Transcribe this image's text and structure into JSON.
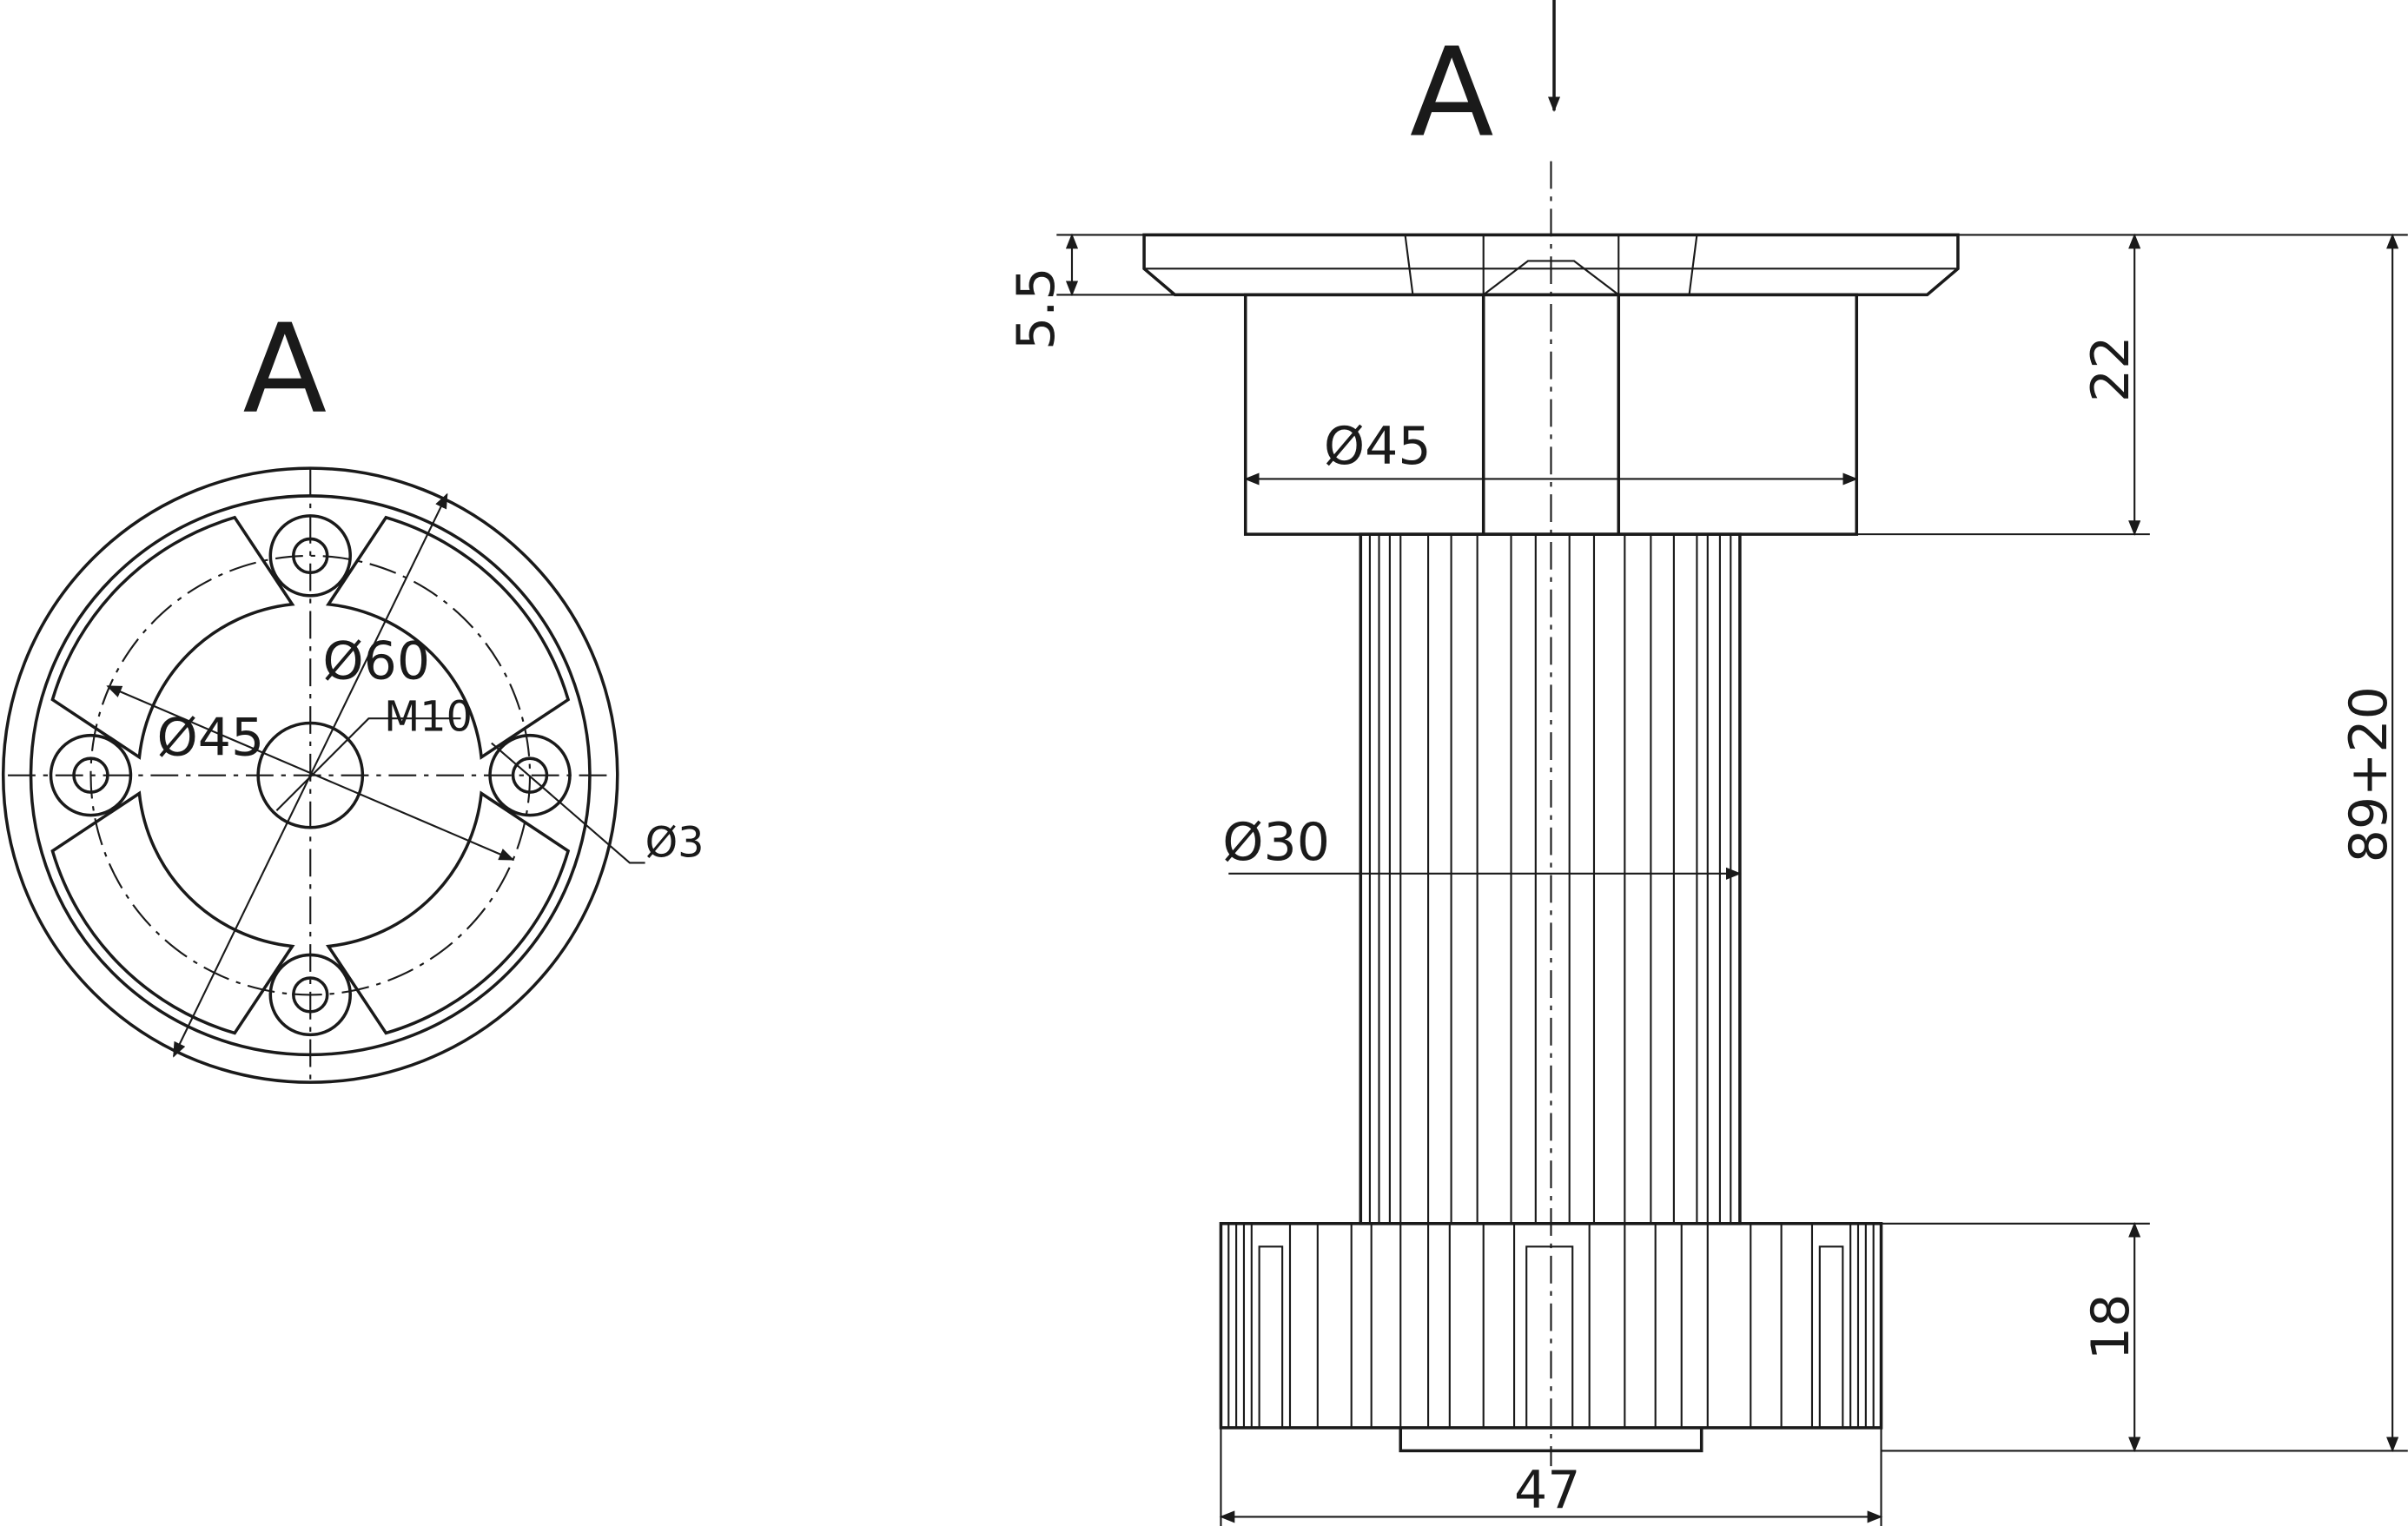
{
  "views": {
    "view_a": {
      "label": "A",
      "dims": {
        "pcd": "Ø60",
        "body": "Ø45",
        "thread": "M10",
        "hole": "Ø3"
      }
    },
    "side_view": {
      "arrow_label": "A",
      "dims": {
        "flange_thickness": "5.5",
        "top_height": "22",
        "top_diameter": "Ø45",
        "column_diameter": "Ø30",
        "total_height": "89+20",
        "base_height": "18",
        "base_width": "47"
      }
    }
  },
  "colors": {
    "ink": "#1a1a1a",
    "background": "#ffffff"
  }
}
